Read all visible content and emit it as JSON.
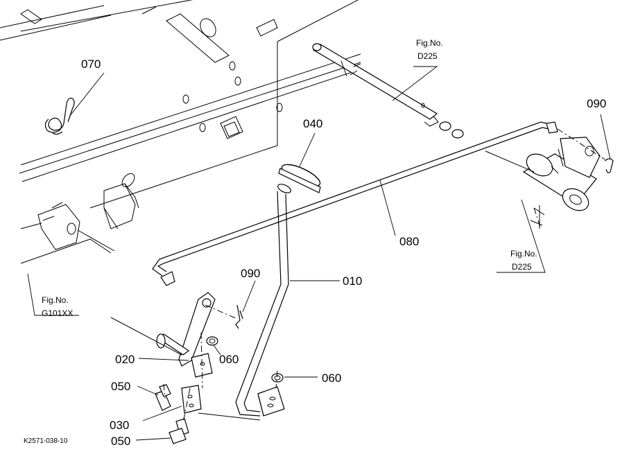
{
  "parts": {
    "p070": "070",
    "p040": "040",
    "p090_top": "090",
    "p080": "080",
    "p090_mid": "090",
    "p010": "010",
    "p020": "020",
    "p060_left": "060",
    "p060_right": "060",
    "p050_top": "050",
    "p030": "030",
    "p050_bottom": "050"
  },
  "refs": {
    "top_fig_label": "Fig.No.",
    "top_fig_code": "D225",
    "right_fig_label": "Fig.No.",
    "right_fig_code": "D225",
    "left_fig_label": "Fig.No.",
    "left_fig_code": "G101XX"
  },
  "drawing_code": "K2571-038-10"
}
